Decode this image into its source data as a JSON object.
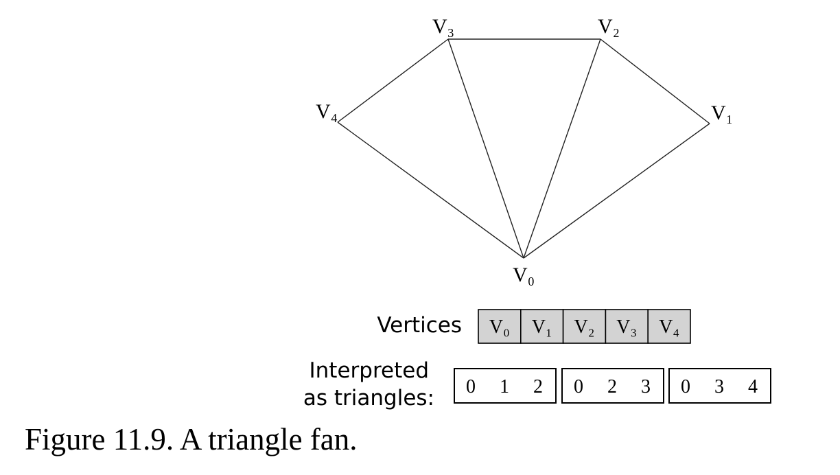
{
  "figure": {
    "vertices": [
      {
        "id": "v0",
        "label": "V₀"
      },
      {
        "id": "v1",
        "label": "V₁"
      },
      {
        "id": "v2",
        "label": "V₂"
      },
      {
        "id": "v3",
        "label": "V₃"
      },
      {
        "id": "v4",
        "label": "V₄"
      }
    ],
    "edges": [
      [
        "v0",
        "v1"
      ],
      [
        "v1",
        "v2"
      ],
      [
        "v2",
        "v3"
      ],
      [
        "v3",
        "v4"
      ],
      [
        "v4",
        "v0"
      ],
      [
        "v0",
        "v2"
      ],
      [
        "v0",
        "v3"
      ]
    ],
    "vertices_row": {
      "label": "Vertices",
      "cells": [
        "V₀",
        "V₁",
        "V₂",
        "V₃",
        "V₄"
      ],
      "fill_color": "#d3d3d3"
    },
    "triangles_row": {
      "label_line1": "Interpreted",
      "label_line2": "as triangles:",
      "groups": [
        [
          "0",
          "1",
          "2"
        ],
        [
          "0",
          "2",
          "3"
        ],
        [
          "0",
          "3",
          "4"
        ]
      ]
    },
    "caption": "Figure 11.9.  A triangle fan."
  }
}
